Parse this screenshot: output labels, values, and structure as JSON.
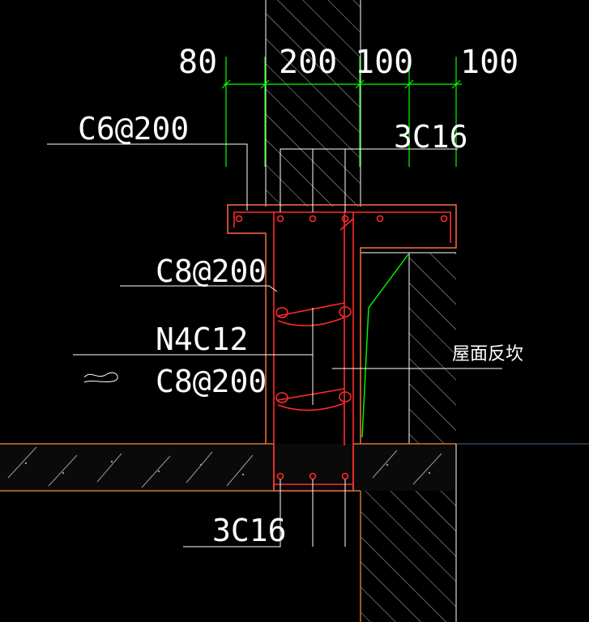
{
  "header": {
    "corner_text": ""
  },
  "dimensions": {
    "d1": "80",
    "d2": "200",
    "d3": "100",
    "d4": "100"
  },
  "labels": {
    "stirrup_top": "C6@200",
    "bars_top": "3C16",
    "stirrup_mid": "C8@200",
    "side_bars": "N4C12",
    "tie_bars": "C8@200",
    "roof_note": "屋面反坎",
    "bars_bottom": "3C16"
  },
  "colors": {
    "background": "#000000",
    "concrete_outline": "#ff6a3d",
    "rebar": "#ff2a2a",
    "dimension": "#00ff00",
    "leader": "#ffffff",
    "hatch": "#cfcfcf",
    "slab_edge": "#c87a2a"
  }
}
